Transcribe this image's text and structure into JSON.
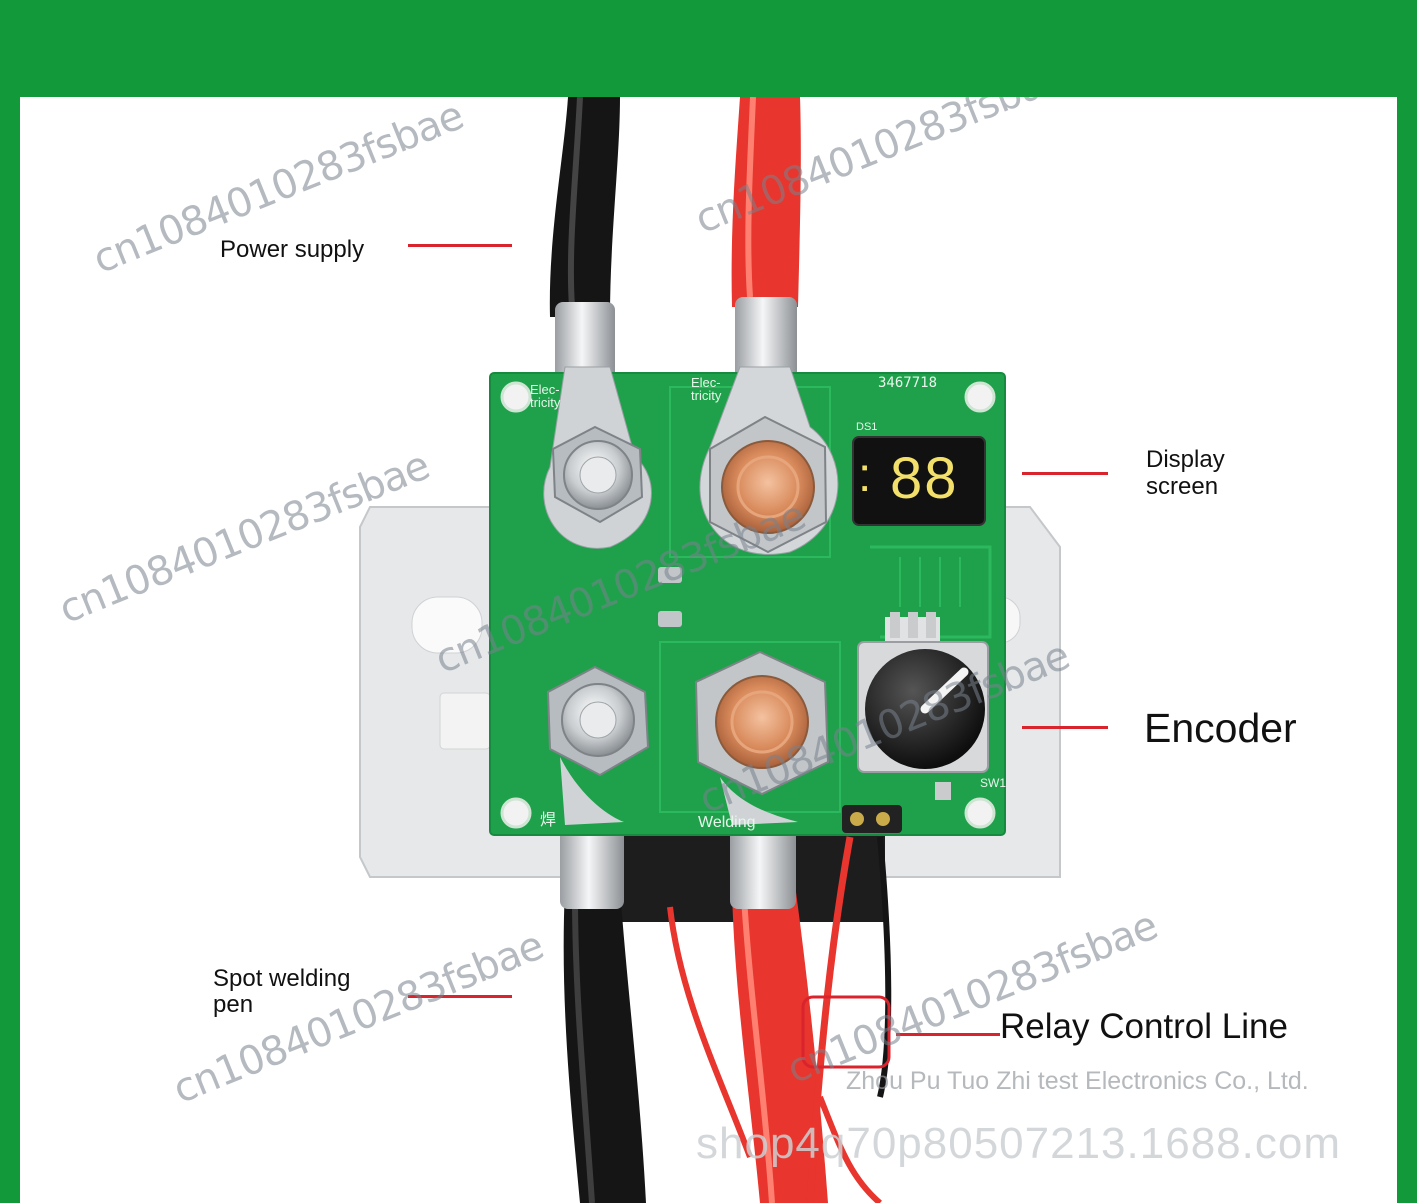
{
  "labels": {
    "power_supply": "Power supply",
    "display_screen_line1": "Display",
    "display_screen_line2": "screen",
    "encoder": "Encoder",
    "spot_welding_pen_line1": "Spot welding",
    "spot_welding_pen_line2": "pen",
    "relay_control_line": "Relay Control Line"
  },
  "board": {
    "display_value": "88",
    "display_colon": ":",
    "serial": "3467718",
    "ds1": "DS1",
    "sw1": "SW1",
    "electricity_left": "Elec-tricity",
    "electricity_right": "Elec-tricity",
    "welding_left": "焊",
    "welding_right": "Welding"
  },
  "watermarks": {
    "store_id": "cn1084010283fsbae",
    "company": "Zhou Pu Tuo Zhi test Electronics Co., Ltd.",
    "url": "shop4q70p80507213.1688.com"
  },
  "colors": {
    "frame_green": "#12993a",
    "pcb_green": "#1fa14c",
    "leader_red": "#d9232d",
    "wire_red": "#e8352d",
    "wire_black": "#151515",
    "display_digits": "#f2e06a"
  }
}
